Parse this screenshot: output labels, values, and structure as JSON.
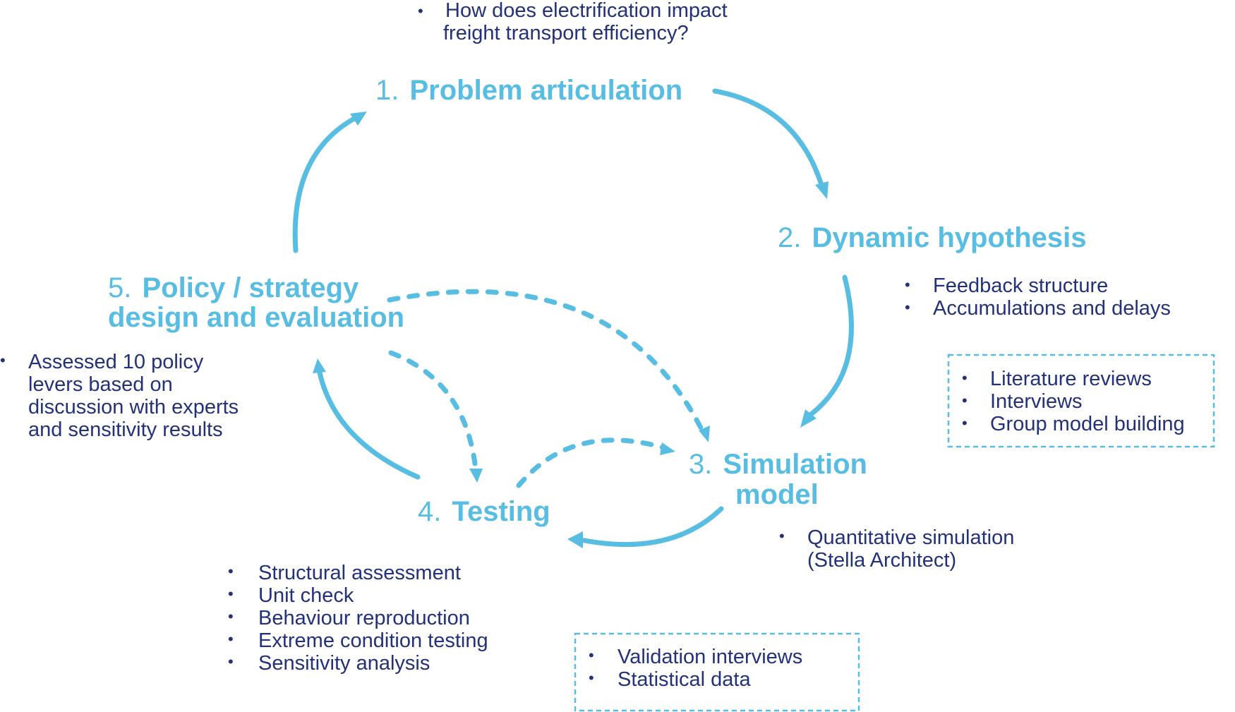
{
  "question": [
    "How does electrification impact",
    "freight transport efficiency?"
  ],
  "stages": {
    "s1": {
      "num": "1.",
      "label": "Problem articulation"
    },
    "s2": {
      "num": "2.",
      "label": "Dynamic hypothesis"
    },
    "s3": {
      "num": "3.",
      "label_line1": "Simulation",
      "label_line2": "model"
    },
    "s4": {
      "num": "4.",
      "label": "Testing"
    },
    "s5": {
      "num": "5.",
      "label_line1": "Policy / strategy",
      "label_line2": "design and evaluation"
    }
  },
  "lists": {
    "hypothesis": [
      "Feedback structure",
      "Accumulations and delays"
    ],
    "hypothesis_sources": [
      "Literature reviews",
      "Interviews",
      "Group model building"
    ],
    "simulation": [
      "Quantitative simulation",
      "(Stella Architect)"
    ],
    "testing": [
      "Structural assessment",
      "Unit check",
      "Behaviour reproduction",
      "Extreme condition testing",
      "Sensitivity analysis"
    ],
    "testing_sources": [
      "Validation interviews",
      "Statistical data"
    ],
    "policy": [
      "Assessed 10 policy",
      "levers based on",
      "discussion with experts",
      "and sensitivity results"
    ]
  },
  "colors": {
    "accent": "#58bde3",
    "text": "#23317a"
  }
}
